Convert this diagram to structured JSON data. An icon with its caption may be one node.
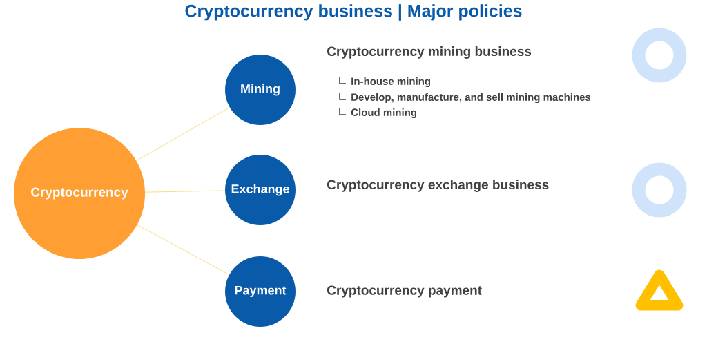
{
  "diagram": {
    "title": "Cryptocurrency business | Major policies",
    "nodes": [
      {
        "text": [
          "Cryptocurrency"
        ]
      },
      {
        "text": [
          "Mining"
        ]
      },
      {
        "text": [
          "Exchange"
        ]
      },
      {
        "text": [
          "Payment"
        ]
      }
    ],
    "edges": [
      {
        "from": 0,
        "to": 1,
        "arrow": "none"
      },
      {
        "from": 0,
        "to": 2,
        "arrow": "none"
      },
      {
        "from": 0,
        "to": 3,
        "arrow": "none"
      }
    ],
    "labels": [
      "Cryptocurrency mining business",
      "In-house mining",
      "Develop, manufacture, and sell mining machines",
      "Cloud mining",
      "Cryptocurrency exchange business",
      "Cryptocurrency payment"
    ]
  }
}
